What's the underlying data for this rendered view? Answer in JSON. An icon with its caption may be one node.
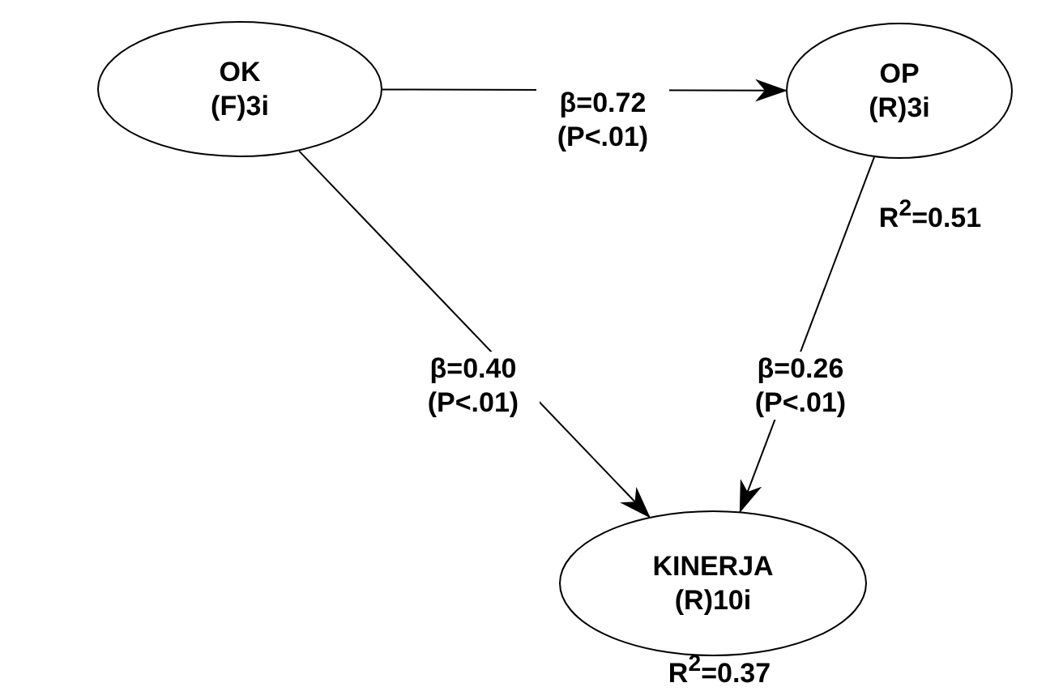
{
  "diagram": {
    "nodes": [
      {
        "text": [
          "OK",
          "(F)3i"
        ]
      },
      {
        "text": [
          "OP",
          "(R)3i"
        ],
        "beside": [
          "R$^{2}$=0.51"
        ]
      },
      {
        "text": [
          "KINERJA",
          "(R)10i"
        ],
        "beside": [
          "R$^{2}$=0.37"
        ]
      }
    ],
    "edges": [
      {
        "from": 0,
        "to": 1,
        "arrow": "to",
        "label": "β=0.72 (P<.01)"
      },
      {
        "from": 0,
        "to": 2,
        "arrow": "to",
        "label": "β=0.40 (P<.01)"
      },
      {
        "from": 1,
        "to": 2,
        "arrow": "to",
        "label": "β=0.26 (P<.01)"
      }
    ]
  }
}
